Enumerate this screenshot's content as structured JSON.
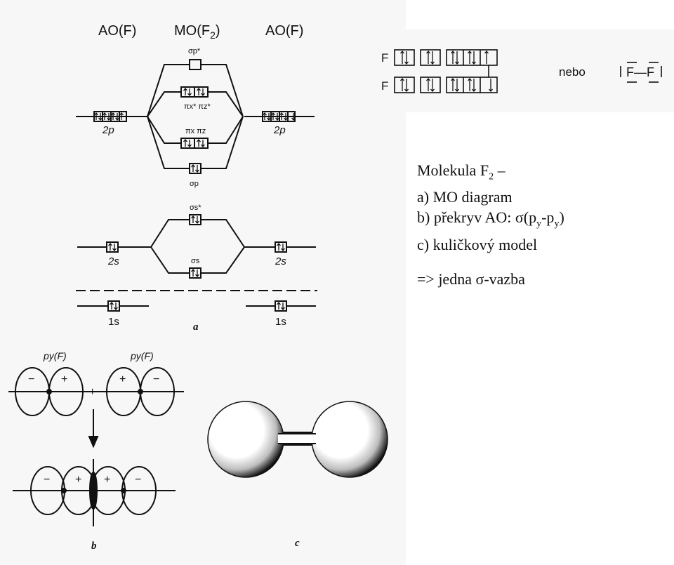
{
  "diagram_a": {
    "col_left": "AO(F)",
    "col_mid": "MO(F",
    "col_mid_sub": "2",
    "col_mid_end": ")",
    "col_right": "AO(F)",
    "lbl_2p_left": "2p",
    "lbl_2p_right": "2p",
    "lbl_2s_left": "2s",
    "lbl_2s_right": "2s",
    "lbl_1s_left": "1s",
    "lbl_1s_right": "1s",
    "lbl_sigma_p_star": "σp*",
    "lbl_pi_star": "πx* πz*",
    "lbl_pi": "πx πz",
    "lbl_sigma_p": "σp",
    "lbl_sigma_s_star": "σs*",
    "lbl_sigma_s": "σs",
    "panel_letter": "a"
  },
  "electron_config": {
    "atom1": "F",
    "atom2": "F",
    "nebo": "nebo",
    "lewis": "F—F"
  },
  "diagram_b": {
    "label_left": "py(F)",
    "label_right": "py(F)",
    "plus": "+",
    "minus": "−",
    "panel_letter": "b"
  },
  "diagram_c": {
    "panel_letter": "c"
  },
  "caption": {
    "line1_text": "Molekula F",
    "line1_sub": "2",
    "line1_end": " –",
    "line2": "a) MO diagram",
    "line3_a": "b) překryv AO: σ(p",
    "line3_sub1": "y",
    "line3_b": "-p",
    "line3_sub2": "y",
    "line3_c": ")",
    "line4": "c) kuličkový model",
    "line5": "=> jedna σ-vazba"
  }
}
